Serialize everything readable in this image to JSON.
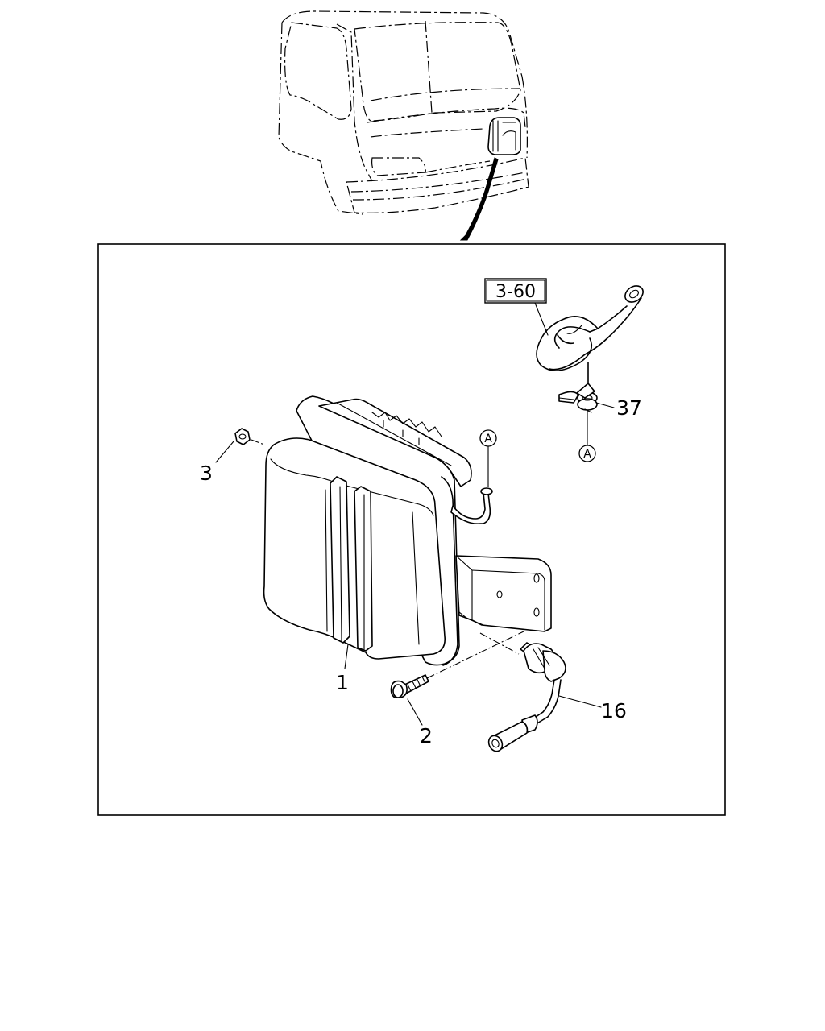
{
  "callouts": {
    "part1": "1",
    "part2": "2",
    "part3": "3",
    "part16": "16",
    "part37": "37"
  },
  "reference": {
    "box": "3-60"
  },
  "connector_markers": {
    "upper": "A",
    "lower": "A"
  },
  "colors": {
    "line": "#000000",
    "background": "#ffffff"
  }
}
